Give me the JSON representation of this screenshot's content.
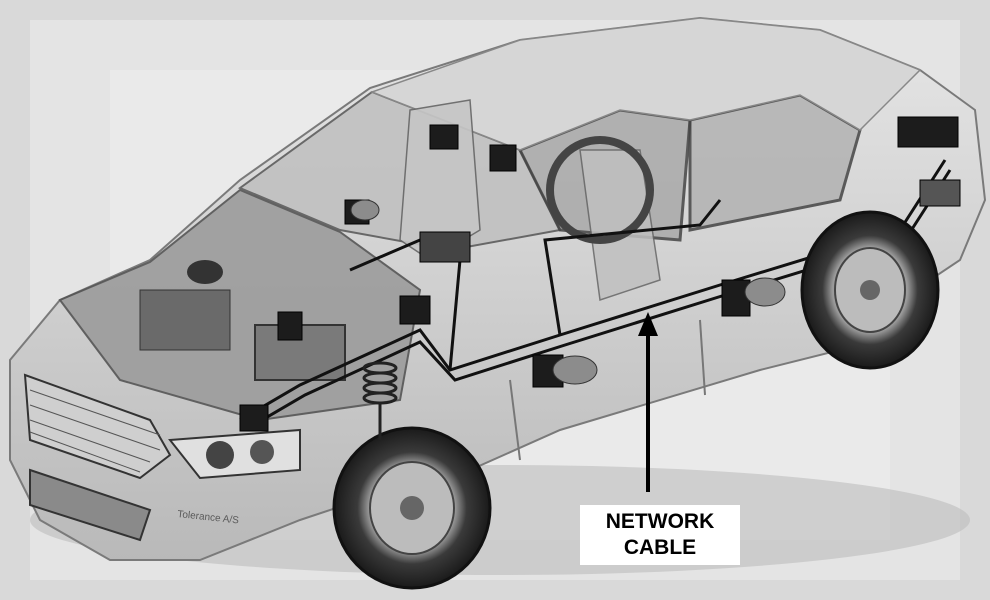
{
  "diagram": {
    "callout": {
      "line1": "NETWORK",
      "line2": "CABLE"
    },
    "plate_text": "Tolerance A/S",
    "colors": {
      "background": "#d9d9d9",
      "body": "#cfcfcf",
      "cable": "#111111",
      "ecu": "#1c1c1c",
      "callout_bg": "#ffffff"
    }
  }
}
